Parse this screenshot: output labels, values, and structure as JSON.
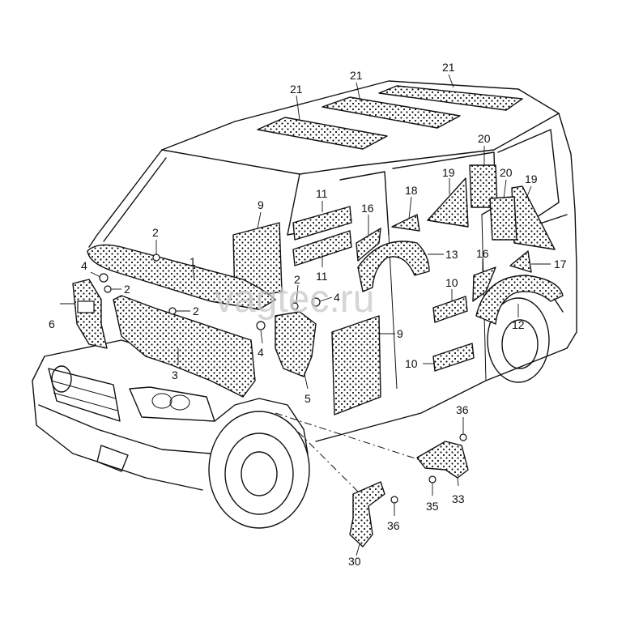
{
  "watermark": "vagtec.ru",
  "callouts": [
    "21",
    "21",
    "21",
    "20",
    "20",
    "19",
    "19",
    "18",
    "16",
    "16",
    "17",
    "13",
    "12",
    "11",
    "11",
    "10",
    "10",
    "9",
    "9",
    "1",
    "2",
    "2",
    "2",
    "2",
    "4",
    "4",
    "4",
    "6",
    "3",
    "5",
    "36",
    "36",
    "33",
    "35",
    "30"
  ]
}
